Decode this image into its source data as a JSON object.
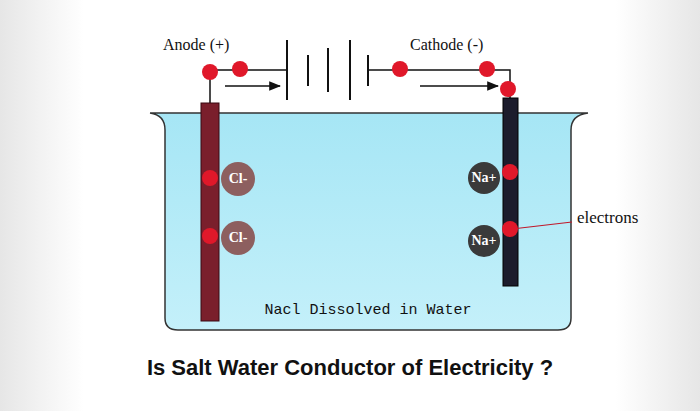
{
  "diagram": {
    "caption": "Is Salt Water Conductor of Electricity ?",
    "nodes": [
      {
        "text": [
          "Cl-"
        ]
      },
      {
        "text": [
          "Cl-"
        ]
      },
      {
        "text": [
          "Na+"
        ]
      },
      {
        "text": [
          "Na+"
        ]
      }
    ],
    "labels": [
      "Anode (+)",
      "Cathode (-)",
      "electrons",
      "Nacl Dissolved in Water"
    ]
  }
}
